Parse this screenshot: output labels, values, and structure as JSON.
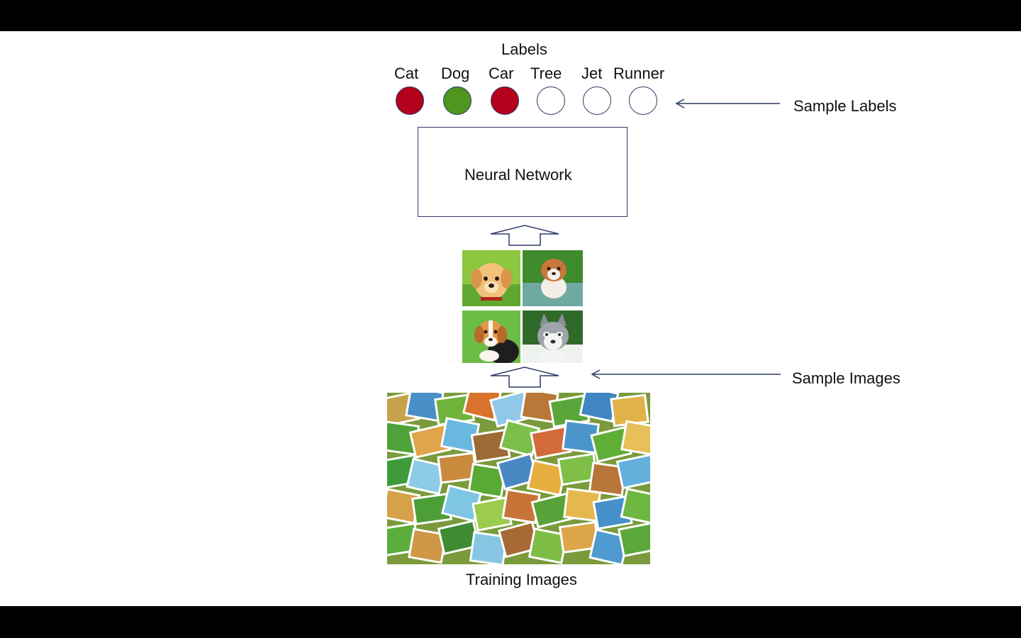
{
  "diagram": {
    "labels_heading": "Labels",
    "labels": [
      {
        "name": "Cat",
        "fill": "#b3001b",
        "state": "red"
      },
      {
        "name": "Dog",
        "fill": "#4f961f",
        "state": "green"
      },
      {
        "name": "Car",
        "fill": "#b3001b",
        "state": "red"
      },
      {
        "name": "Tree",
        "fill": "#ffffff",
        "state": "empty"
      },
      {
        "name": "Jet",
        "fill": "#ffffff",
        "state": "empty"
      },
      {
        "name": "Runner",
        "fill": "#ffffff",
        "state": "empty"
      }
    ],
    "sample_labels": "Sample Labels",
    "network": "Neural Network",
    "sample_images": "Sample Images",
    "training_images": "Training Images",
    "colors": {
      "stroke": "#2f3a66",
      "red": "#b3001b",
      "green": "#4f961f"
    },
    "sample_photos": [
      "puppy-golden-icon",
      "puppy-bulldog-icon",
      "puppy-beagle-icon",
      "puppy-husky-icon"
    ]
  }
}
